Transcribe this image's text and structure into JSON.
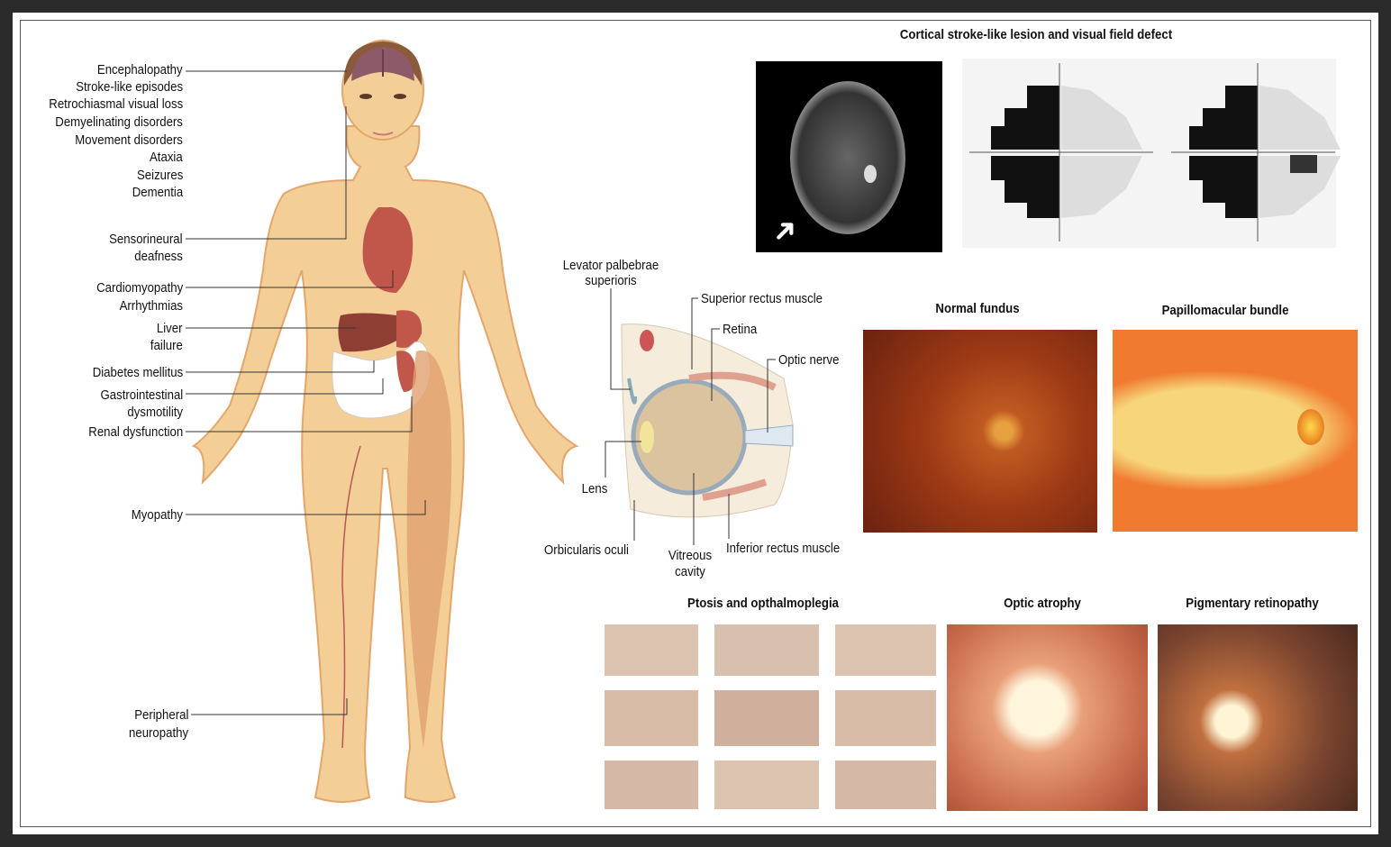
{
  "body_labels": {
    "encephalopathy": "Encephalopathy",
    "stroke": "Stroke-like episodes",
    "retro": "Retrochiasmal visual loss",
    "demyel": "Demyelinating disorders",
    "movement": "Movement disorders",
    "ataxia": "Ataxia",
    "seizures": "Seizures",
    "dementia": "Dementia",
    "sensorineural1": "Sensorineural",
    "sensorineural2": "deafness",
    "cardio1": "Cardiomyopathy",
    "cardio2": "Arrhythmias",
    "liver1": "Liver",
    "liver2": "failure",
    "diabetes": "Diabetes mellitus",
    "gi1": "Gastrointestinal",
    "gi2": "dysmotility",
    "renal": "Renal dysfunction",
    "myopathy": "Myopathy",
    "periph1": "Peripheral",
    "periph2": "neuropathy"
  },
  "eye_labels": {
    "levator1": "Levator palbebrae",
    "levator2": "superioris",
    "sup_rectus": "Superior rectus muscle",
    "retina": "Retina",
    "optic_nerve": "Optic nerve",
    "lens": "Lens",
    "orbicularis": "Orbicularis oculi",
    "vitreous1": "Vitreous",
    "vitreous2": "cavity",
    "inf_rectus": "Inferior rectus muscle"
  },
  "titles": {
    "cortical": "Cortical stroke-like lesion and visual field defect",
    "normal_fundus": "Normal fundus",
    "papillo": "Papillomacular bundle",
    "ptosis": "Ptosis and opthalmoplegia",
    "optic_atrophy": "Optic atrophy",
    "pigmentary": "Pigmentary retinopathy"
  },
  "colors": {
    "skin": "#f3cf97",
    "skin_outline": "#e0a870",
    "organ": "#c0574a",
    "frame": "#2b2b2b"
  }
}
